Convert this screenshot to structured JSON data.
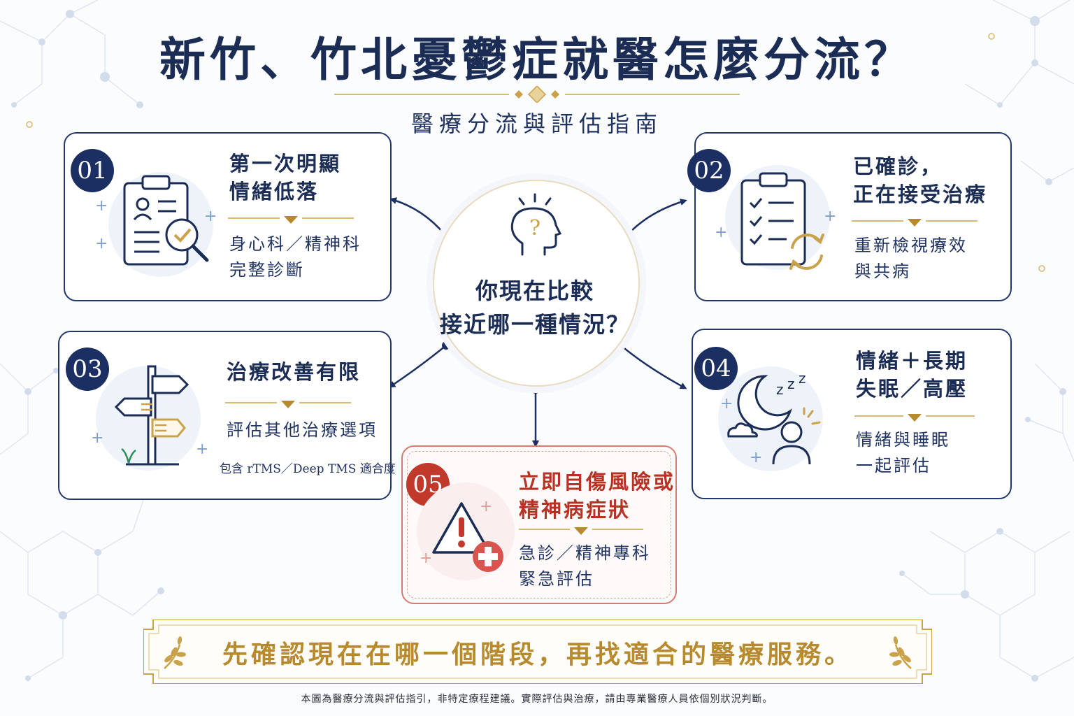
{
  "title": "新竹、竹北憂鬱症就醫怎麼分流？",
  "subtitle": "醫療分流與評估指南",
  "center": {
    "question_lines": [
      "你現在比較",
      "接近哪一種情況？"
    ],
    "icon": "head-question-icon"
  },
  "cards": [
    {
      "number": "01",
      "title_lines": [
        "第一次明顯",
        "情緒低落"
      ],
      "desc_lines": [
        "身心科／精神科",
        "完整診斷"
      ],
      "icon": "clipboard-search-icon"
    },
    {
      "number": "02",
      "title_lines": [
        "已確診，",
        "正在接受治療"
      ],
      "desc_lines": [
        "重新檢視療效",
        "與共病"
      ],
      "icon": "checklist-refresh-icon"
    },
    {
      "number": "03",
      "title_lines": [
        "治療改善有限"
      ],
      "desc_lines": [
        "評估其他治療選項"
      ],
      "note": "包含 rTMS／Deep TMS 適合度",
      "icon": "signpost-icon"
    },
    {
      "number": "04",
      "title_lines": [
        "情緒＋長期",
        "失眠／高壓"
      ],
      "desc_lines": [
        "情緒與睡眠",
        "一起評估"
      ],
      "icon": "moon-sleep-icon"
    },
    {
      "number": "05",
      "title_lines": [
        "立即自傷風險或",
        "精神病症狀"
      ],
      "desc_lines": [
        "急診／精神專科",
        "緊急評估"
      ],
      "icon": "warning-medical-icon"
    }
  ],
  "banner": "先確認現在在哪一個階段，再找適合的醫療服務。",
  "footnote": "本圖為醫療分流與評估指引，非特定療程建議。實際評估與治療，請由專業醫療人員依個別狀況判斷。",
  "colors": {
    "navy": "#1b2d55",
    "gold": "#c9a24a",
    "red": "#c0392b"
  }
}
